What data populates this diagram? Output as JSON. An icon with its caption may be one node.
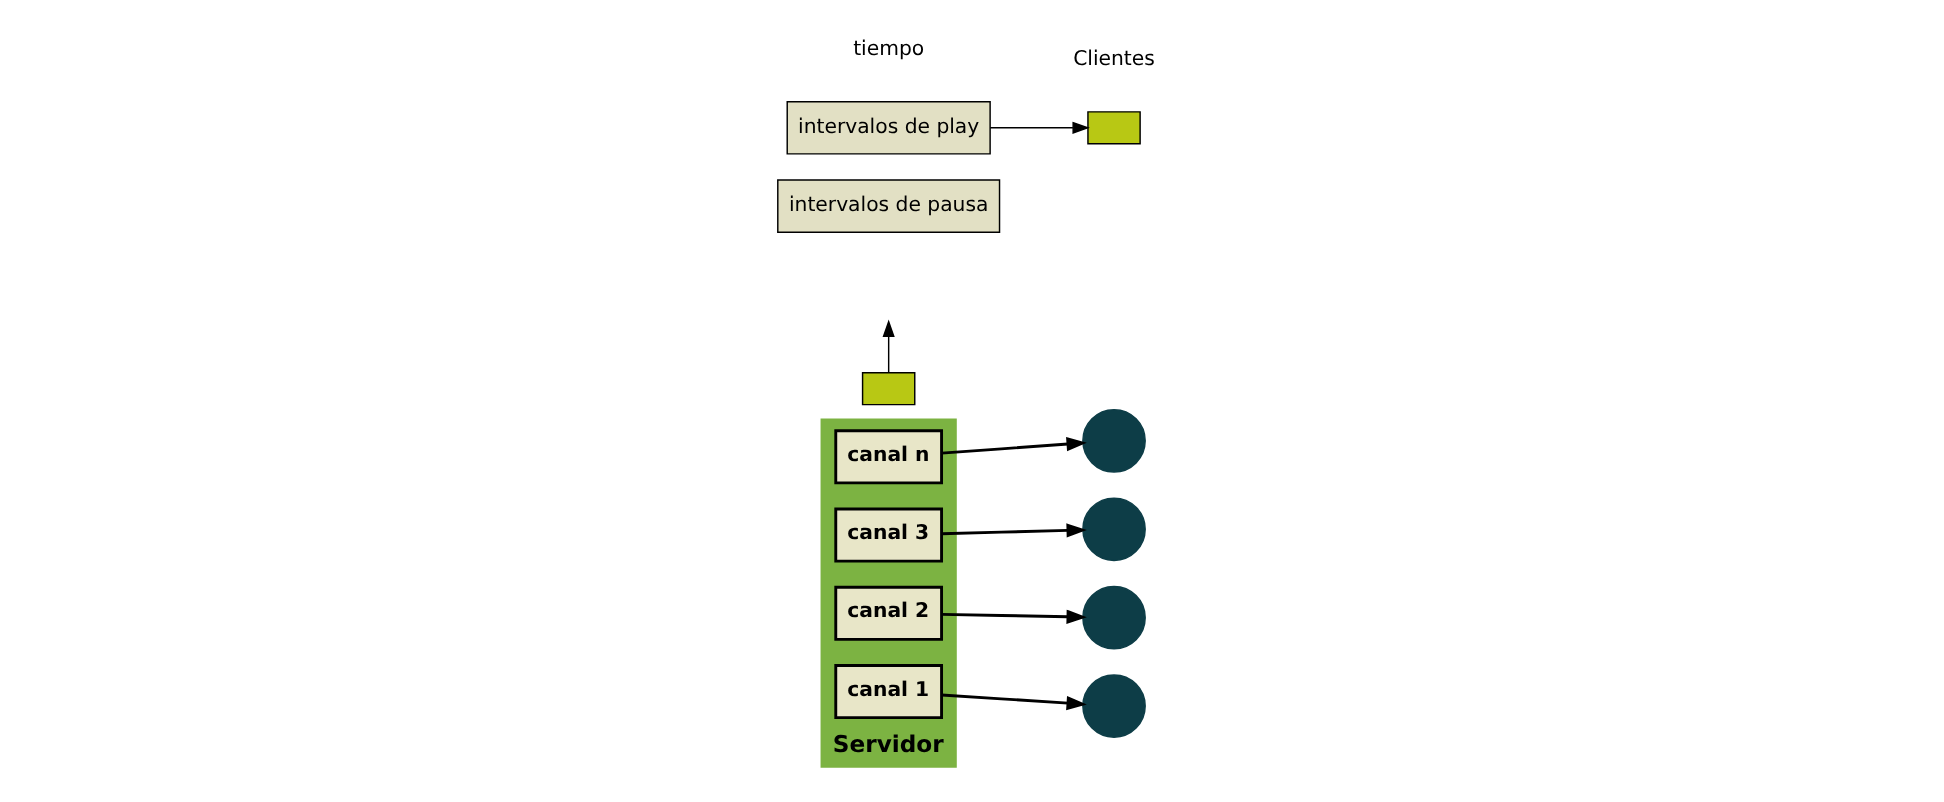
{
  "diagram": {
    "nodes": [
      {
        "text": [
          "Servidor"
        ]
      },
      {
        "text": [
          "canal n"
        ],
        "in": 0
      },
      {
        "text": [
          "canal 3"
        ],
        "in": 0
      },
      {
        "text": [
          "canal 2"
        ],
        "in": 0
      },
      {
        "text": [
          "canal 1"
        ],
        "in": 0
      },
      {
        "text": [],
        "shape": "circle"
      },
      {
        "text": [],
        "shape": "circle"
      },
      {
        "text": [],
        "shape": "circle"
      },
      {
        "text": [],
        "shape": "circle"
      },
      {
        "text": [],
        "shape": "box"
      },
      {
        "text": [
          "intervalos de pausa"
        ]
      },
      {
        "text": [],
        "shape": "box"
      },
      {
        "text": [
          "intervalos de play"
        ]
      }
    ],
    "edges": [
      {
        "from": 1,
        "to": 5,
        "arrow": "to"
      },
      {
        "from": 2,
        "to": 6,
        "arrow": "to"
      },
      {
        "from": 3,
        "to": 7,
        "arrow": "to"
      },
      {
        "from": 4,
        "to": 8,
        "arrow": "to"
      },
      {
        "from": 9,
        "to": null,
        "arrow": "to"
      },
      {
        "from": 12,
        "to": 11,
        "arrow": "to"
      }
    ],
    "labels": [
      "tiempo",
      "Clientes"
    ]
  }
}
